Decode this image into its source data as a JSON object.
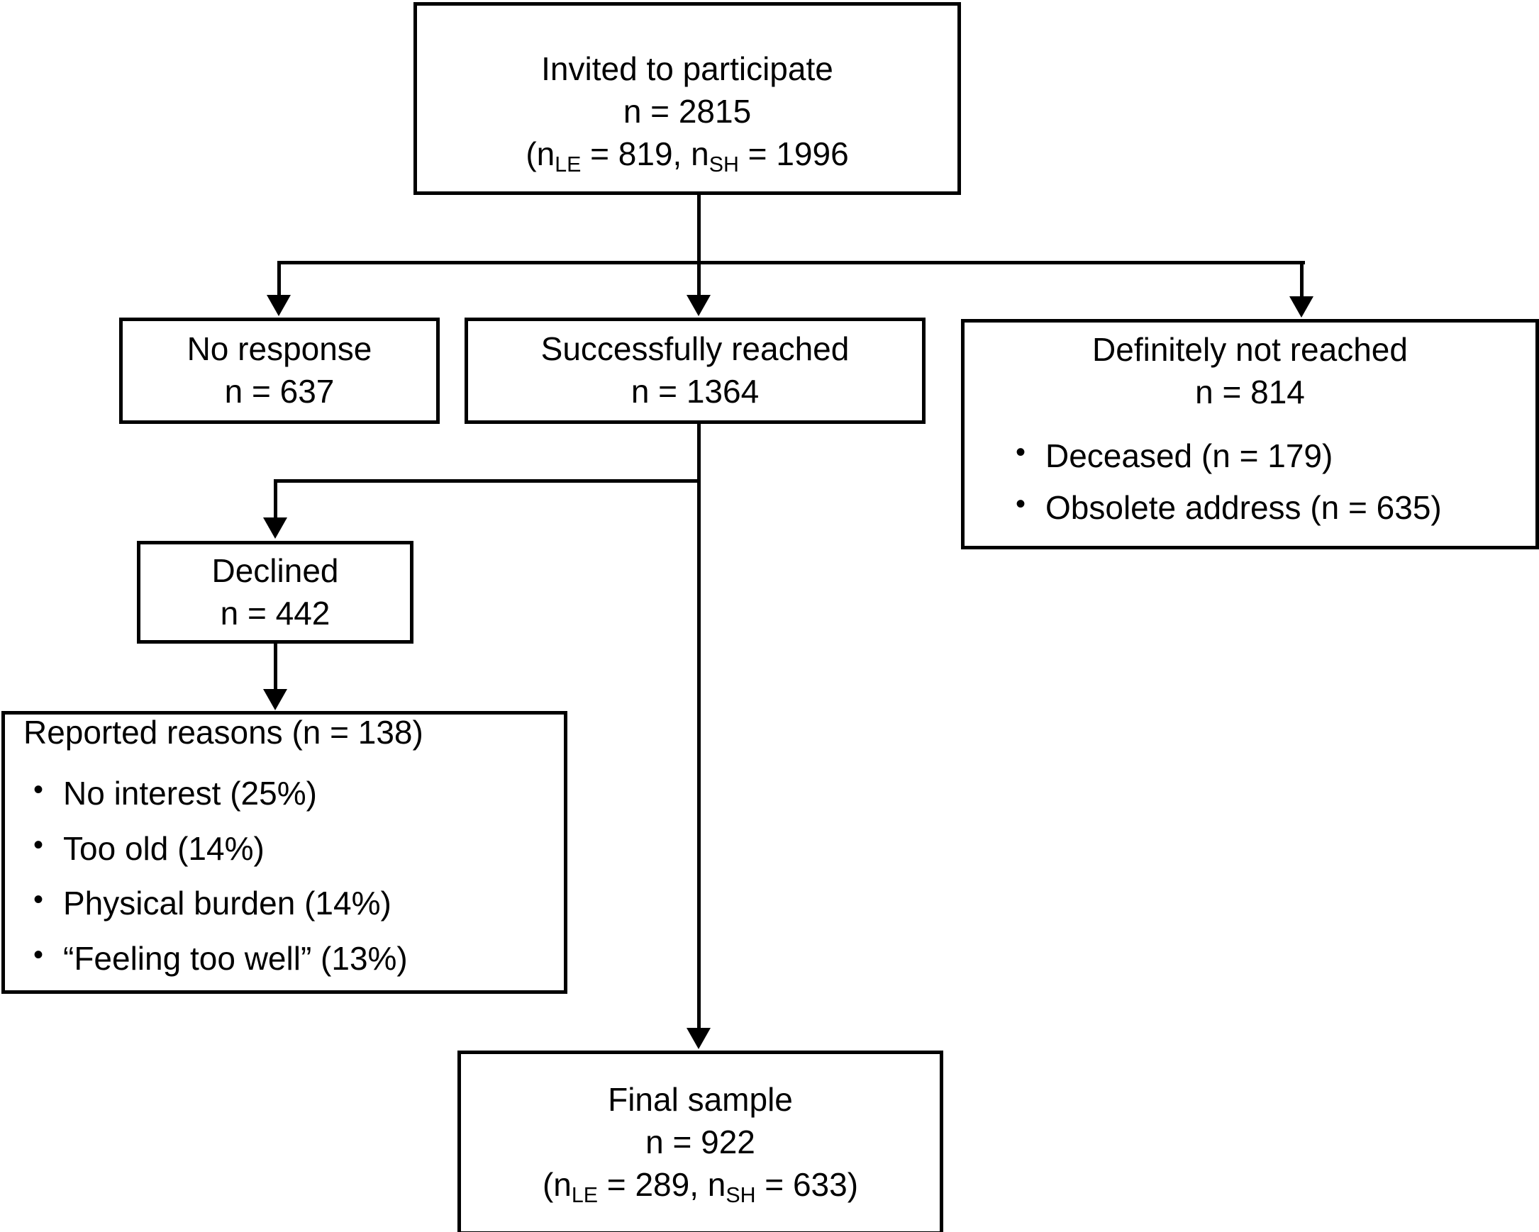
{
  "figure": {
    "type": "flowchart",
    "title": "Participant recruitment flow diagram"
  },
  "nodes": {
    "invited": {
      "label": "Invited to participate",
      "n_line": "n = 2815",
      "breakdown_prefix": "(n",
      "breakdown_sub1": "LE",
      "breakdown_mid": " = 819, n",
      "breakdown_sub2": "SH",
      "breakdown_suffix": " = 1996"
    },
    "no_response": {
      "label": "No response",
      "n_line": "n = 637"
    },
    "reached": {
      "label": "Successfully reached",
      "n_line": "n = 1364"
    },
    "not_reached": {
      "label": "Definitely not reached",
      "n_line": "n = 814",
      "bullets": [
        "Deceased (n = 179)",
        "Obsolete address (n = 635)"
      ]
    },
    "declined": {
      "label": "Declined",
      "n_line": "n = 442"
    },
    "reasons": {
      "heading": "Reported reasons (n = 138)",
      "bullets": [
        "No interest (25%)",
        "Too old (14%)",
        "Physical burden (14%)",
        "“Feeling too well” (13%)"
      ]
    },
    "final": {
      "label": "Final sample",
      "n_line": "n = 922",
      "breakdown_prefix": "(n",
      "breakdown_sub1": "LE",
      "breakdown_mid": " = 289, n",
      "breakdown_sub2": "SH",
      "breakdown_suffix": " = 633)"
    }
  },
  "chart_data": {
    "type": "flowchart",
    "title": "Participant recruitment flow diagram",
    "steps": [
      {
        "id": "invited",
        "label": "Invited to participate",
        "n": 2815,
        "n_LE": 819,
        "n_SH": 1996
      },
      {
        "id": "no_response",
        "label": "No response",
        "n": 637
      },
      {
        "id": "reached",
        "label": "Successfully reached",
        "n": 1364
      },
      {
        "id": "not_reached",
        "label": "Definitely not reached",
        "n": 814,
        "sub": [
          {
            "label": "Deceased",
            "n": 179
          },
          {
            "label": "Obsolete address",
            "n": 635
          }
        ]
      },
      {
        "id": "declined",
        "label": "Declined",
        "n": 442
      },
      {
        "id": "reasons",
        "label": "Reported reasons",
        "n": 138,
        "sub": [
          {
            "label": "No interest",
            "percent": 25
          },
          {
            "label": "Too old",
            "percent": 14
          },
          {
            "label": "Physical burden",
            "percent": 14
          },
          {
            "label": "“Feeling too well”",
            "percent": 13
          }
        ]
      },
      {
        "id": "final",
        "label": "Final sample",
        "n": 922,
        "n_LE": 289,
        "n_SH": 633
      }
    ],
    "edges": [
      {
        "from": "invited",
        "to": "no_response"
      },
      {
        "from": "invited",
        "to": "reached"
      },
      {
        "from": "invited",
        "to": "not_reached"
      },
      {
        "from": "reached",
        "to": "declined"
      },
      {
        "from": "reached",
        "to": "final"
      },
      {
        "from": "declined",
        "to": "reasons"
      }
    ],
    "colors": {
      "stroke": "#000000",
      "fill": "#ffffff",
      "text": "#000000"
    }
  }
}
